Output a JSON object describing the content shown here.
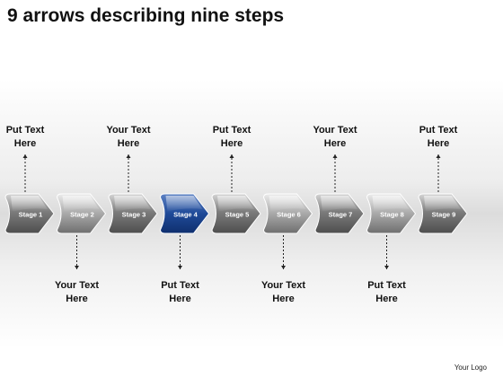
{
  "title": "9 arrows describing nine steps",
  "logo_text": "Your Logo",
  "colors": {
    "normal_light": "#d6d6d6",
    "normal_dark": "#4e4e4e",
    "highlight_light": "#5d82c4",
    "highlight_dark": "#0f2f6e",
    "stage_text": "#ffffff"
  },
  "stages": [
    {
      "label": "Stage 1",
      "callout_position": "top",
      "callout_line1": "Put Text",
      "callout_line2": "Here",
      "highlighted": false
    },
    {
      "label": "Stage 2",
      "callout_position": "bottom",
      "callout_line1": "Your Text",
      "callout_line2": "Here",
      "highlighted": false
    },
    {
      "label": "Stage 3",
      "callout_position": "top",
      "callout_line1": "Your Text",
      "callout_line2": "Here",
      "highlighted": false
    },
    {
      "label": "Stage 4",
      "callout_position": "bottom",
      "callout_line1": "Put Text",
      "callout_line2": "Here",
      "highlighted": true
    },
    {
      "label": "Stage 5",
      "callout_position": "top",
      "callout_line1": "Put Text",
      "callout_line2": "Here",
      "highlighted": false
    },
    {
      "label": "Stage 6",
      "callout_position": "bottom",
      "callout_line1": "Your Text",
      "callout_line2": "Here",
      "highlighted": false
    },
    {
      "label": "Stage 7",
      "callout_position": "top",
      "callout_line1": "Your Text",
      "callout_line2": "Here",
      "highlighted": false
    },
    {
      "label": "Stage 8",
      "callout_position": "bottom",
      "callout_line1": "Put Text",
      "callout_line2": "Here",
      "highlighted": false
    },
    {
      "label": "Stage 9",
      "callout_position": "top",
      "callout_line1": "Put Text",
      "callout_line2": "Here",
      "highlighted": false
    }
  ]
}
